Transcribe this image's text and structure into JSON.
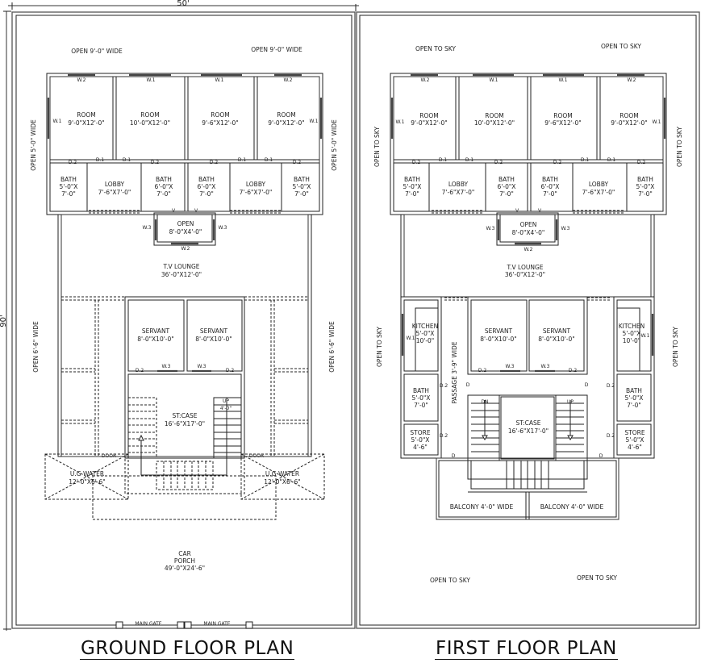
{
  "dimensions": {
    "width_label": "50'",
    "height_label": "90'"
  },
  "ground_floor": {
    "title": "GROUND FLOOR PLAN",
    "open_top_left": "OPEN   9'-0\"   WIDE",
    "open_top_right": "OPEN   9'-0\"   WIDE",
    "open_side_upper": "OPEN   5'-0\"   WIDE",
    "open_side_lower": "OPEN   6'-6\"   WIDE",
    "rooms": [
      {
        "name": "ROOM",
        "size": "9'-0\"X12'-0\""
      },
      {
        "name": "ROOM",
        "size": "10'-0\"X12'-0\""
      },
      {
        "name": "ROOM",
        "size": "9'-6\"X12'-0\""
      },
      {
        "name": "ROOM",
        "size": "9'-0\"X12'-0\""
      }
    ],
    "baths": [
      {
        "name": "BATH",
        "size1": "5'-0\"X",
        "size2": "7'-0\""
      },
      {
        "name": "BATH",
        "size1": "6'-0\"X",
        "size2": "7'-0\""
      },
      {
        "name": "BATH",
        "size1": "6'-0\"X",
        "size2": "7'-0\""
      },
      {
        "name": "BATH",
        "size1": "5'-0\"X",
        "size2": "7'-0\""
      }
    ],
    "lobbies": [
      {
        "name": "LOBBY",
        "size": "7'-6\"X7'-0\""
      },
      {
        "name": "LOBBY",
        "size": "7'-6\"X7'-0\""
      }
    ],
    "open_court": {
      "name": "OPEN",
      "size": "8'-0\"X4'-0\""
    },
    "tv_lounge": {
      "name": "T.V LOUNGE",
      "size": "36'-0\"X12'-0\""
    },
    "servants": [
      {
        "name": "SERVANT",
        "size": "8'-0\"X10'-0\""
      },
      {
        "name": "SERVANT",
        "size": "8'-0\"X10'-0\""
      }
    ],
    "staircase": {
      "name": "ST:CASE",
      "size": "16'-6\"X17'-0\"",
      "up": "UP",
      "up_size": "4'-0\""
    },
    "ug_water": [
      {
        "name": "U.G WATER",
        "size": "12'-0\"X6'-6\""
      },
      {
        "name": "U.G WATER",
        "size": "12'-0\"X6'-6\""
      }
    ],
    "door_label": "DOOR",
    "car_porch": {
      "line1": "CAR",
      "line2": "PORCH",
      "size": "49'-0\"X24'-6\""
    },
    "main_gates": [
      "MAIN GATE",
      "MAIN GATE"
    ]
  },
  "first_floor": {
    "title": "FIRST FLOOR PLAN",
    "open_to_sky": "OPEN   TO   SKY",
    "rooms": [
      {
        "name": "ROOM",
        "size": "9'-0\"X12'-0\""
      },
      {
        "name": "ROOM",
        "size": "10'-0\"X12'-0\""
      },
      {
        "name": "ROOM",
        "size": "9'-6\"X12'-0\""
      },
      {
        "name": "ROOM",
        "size": "9'-0\"X12'-0\""
      }
    ],
    "baths": [
      {
        "name": "BATH",
        "size1": "5'-0\"X",
        "size2": "7'-0\""
      },
      {
        "name": "BATH",
        "size1": "6'-0\"X",
        "size2": "7'-0\""
      },
      {
        "name": "BATH",
        "size1": "6'-0\"X",
        "size2": "7'-0\""
      },
      {
        "name": "BATH",
        "size1": "5'-0\"X",
        "size2": "7'-0\""
      }
    ],
    "lobbies": [
      {
        "name": "LOBBY",
        "size": "7'-6\"X7'-0\""
      },
      {
        "name": "LOBBY",
        "size": "7'-6\"X7'-0\""
      }
    ],
    "open_court": {
      "name": "OPEN",
      "size": "8'-0\"X4'-0\""
    },
    "tv_lounge": {
      "name": "T.V LOUNGE",
      "size": "36'-0\"X12'-0\""
    },
    "kitchens": [
      {
        "name": "KITCHEN",
        "size1": "5'-0\"X",
        "size2": "10'-0\""
      },
      {
        "name": "KITCHEN",
        "size1": "5'-0\"X",
        "size2": "10'-0\""
      }
    ],
    "servants": [
      {
        "name": "SERVANT",
        "size": "8'-0\"X10'-0\""
      },
      {
        "name": "SERVANT",
        "size": "8'-0\"X10'-0\""
      }
    ],
    "lower_baths": [
      {
        "name": "BATH",
        "size1": "5'-0\"X",
        "size2": "7'-0\""
      },
      {
        "name": "BATH",
        "size1": "5'-0\"X",
        "size2": "7'-0\""
      }
    ],
    "stores": [
      {
        "name": "STORE",
        "size1": "5'-0\"X",
        "size2": "4'-6\""
      },
      {
        "name": "STORE",
        "size1": "5'-0\"X",
        "size2": "4'-6\""
      }
    ],
    "passage": "PASSAGE 3'-9\" WIDE",
    "staircase": {
      "name": "ST:CASE",
      "size": "16'-6\"X17'-0\"",
      "dn": "DN",
      "up": "UP"
    },
    "balconies": [
      "BALCONY 4'-0\" WIDE",
      "BALCONY 4'-0\" WIDE"
    ]
  },
  "tags": {
    "w1": "W.1",
    "w2": "W.2",
    "w3": "W.3",
    "d1": "D.1",
    "d2": "D.2",
    "d": "D",
    "v": "V"
  }
}
